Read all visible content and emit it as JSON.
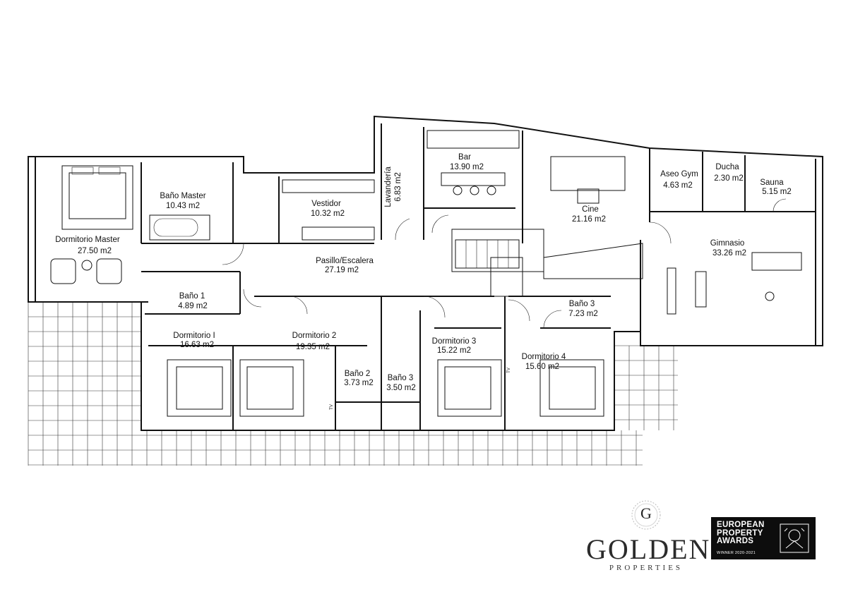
{
  "rooms": {
    "dormitorio_master": {
      "name": "Dormitorio Master",
      "area": "27.50 m2"
    },
    "bano_master": {
      "name": "Baño Master",
      "area": "10.43 m2"
    },
    "vestidor": {
      "name": "Vestidor",
      "area": "10.32 m2"
    },
    "lavanderia": {
      "name": "Lavandería",
      "area": "6.83 m2"
    },
    "bar": {
      "name": "Bar",
      "area": "13.90 m2"
    },
    "cine": {
      "name": "Cine",
      "area": "21.16 m2"
    },
    "aseo_gym": {
      "name": "Aseo Gym",
      "area": "4.63 m2"
    },
    "ducha": {
      "name": "Ducha",
      "area": "2.30 m2"
    },
    "sauna": {
      "name": "Sauna",
      "area": "5.15 m2"
    },
    "pasillo": {
      "name": "Pasillo/Escalera",
      "area": "27.19 m2"
    },
    "gimnasio": {
      "name": "Gimnasio",
      "area": "33.26 m2"
    },
    "bano_1": {
      "name": "Baño 1",
      "area": "4.89 m2"
    },
    "dormitorio_1": {
      "name": "Dormitorio I",
      "area": "16.63 m2"
    },
    "dormitorio_2": {
      "name": "Dormitorio 2",
      "area": "19.35 m2"
    },
    "bano_2": {
      "name": "Baño 2",
      "area": "3.73 m2"
    },
    "bano_3a": {
      "name": "Baño 3",
      "area": "3.50 m2"
    },
    "dormitorio_3": {
      "name": "Dormitorio 3",
      "area": "15.22 m2"
    },
    "bano_3b": {
      "name": "Baño 3",
      "area": "7.23 m2"
    },
    "dormitorio_4": {
      "name": "Dormitorio 4",
      "area": "15.60 m2"
    }
  },
  "annotations": {
    "tv": "TV"
  },
  "brand": {
    "letter": "G",
    "name": "GOLDEN",
    "sub": "PROPERTIES"
  },
  "award": {
    "line1": "EUROPEAN",
    "line2": "PROPERTY",
    "line3": "AWARDS",
    "sub": "WINNER 2020-2021"
  }
}
